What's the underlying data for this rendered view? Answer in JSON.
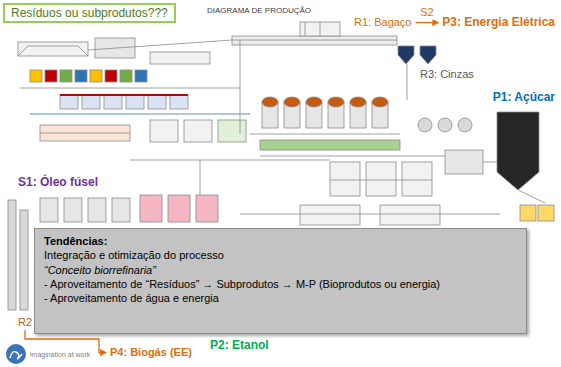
{
  "diagram": {
    "nodes": [
      {
        "text": [
          "Resíduos ou subprodutos???"
        ]
      },
      {
        "text": [
          "R1: Bagaço"
        ]
      },
      {
        "text": [
          "P3: Energia Elétrica"
        ]
      },
      {
        "text": [
          "Tendências:",
          "Integração e otimização do processo",
          "“Conceito biorrefinaria”",
          "- Aproveitamento de “Resíduos” → Subprodutos → M-P (Bioprodutos ou energia)",
          "- Aproveitamento de água e energia"
        ]
      },
      {
        "text": [
          "R2"
        ]
      },
      {
        "text": [
          "P4: Biogás (EE)"
        ]
      }
    ],
    "edges": [
      {
        "from": 1,
        "to": 2,
        "label": "S2",
        "arrow": "to"
      },
      {
        "from": 4,
        "to": 5,
        "arrow": "to"
      }
    ],
    "labels": [
      "DIAGRAMA DE PRODUÇÃO",
      "R3: Cinzas",
      "P1: Açúcar",
      "S1: Óleo fúsel",
      "P2: Etanol",
      "imagination at work"
    ]
  }
}
